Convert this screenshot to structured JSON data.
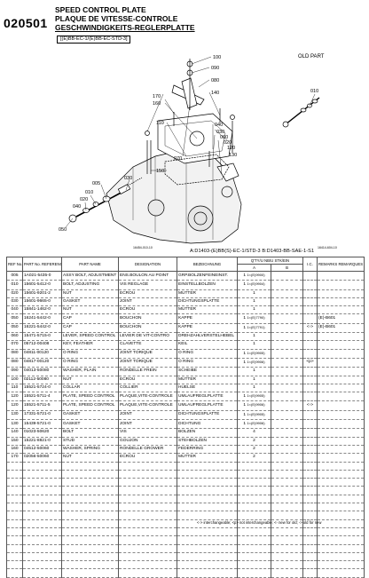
{
  "header": {
    "section_no": "020501",
    "title_en": "SPEED CONTROL PLATE",
    "title_fr": "PLAQUE DE VITESSE-CONTROLE",
    "title_de": "GESCHWINDIGKEITS-REGLERPLATTE",
    "variants": "[(E)BB-EC-1/(E)BB-EC-STD-3]"
  },
  "illustration": {
    "old_part_label": "OLD PART",
    "old_part_no": "010",
    "callouts": [
      "100",
      "090",
      "080",
      "140",
      "170",
      "160",
      "110",
      "040",
      "030",
      "060",
      "020",
      "120",
      "130",
      "150",
      "070",
      "050",
      "010",
      "020",
      "030",
      "040",
      "050"
    ],
    "illus_id_left": "16454-010-10",
    "illus_id_right": "16414-604-10"
  },
  "model_line": "A:D1403-(E)BB(S)-EC-1/STD-3  B:D1403-BB-SAE-1-S1",
  "columns": {
    "ref_no": "REF No. N°REF. NR.",
    "part_no": "PART No. REFERENCE BESTELL-Nr.",
    "part_name": "PART NAME",
    "designation": "DESIGNATION",
    "bezeichnung": "BEZEICHNUNG",
    "qty": "Q'TY/U NB/U STK/EIN",
    "qty_a": "A",
    "qty_b": "B",
    "ic": "I.C.",
    "remarks": "REMARKS REMARQUES BEMERKUNGEN"
  },
  "rows": [
    {
      "ref": "005",
      "part": "1A021-5435-0",
      "name": "ASSY BOLT, ADJUSTMENT",
      "des": "ENS.BOULON AU POINT",
      "bez": "GRP.BOLZENFEINEINST.",
      "a": "1",
      "b": "",
      "ic": "",
      "rem": "",
      "sub": "1<(E)9900)"
    },
    {
      "ref": "010",
      "part": "15601-5412-0",
      "name": "BOLT, ADJUSTING",
      "des": "VIS REGLAGE",
      "bez": "EINSTELLBOLZEN",
      "a": "1",
      "b": "",
      "ic": "",
      "rem": "",
      "sub": "1<(E)9904)"
    },
    {
      "ref": "020",
      "part": "15601-9201-2",
      "name": "NUT",
      "des": "ECROU",
      "bez": "MUTTER",
      "a": "1",
      "b": "",
      "ic": "",
      "rem": "",
      "sub": ""
    },
    {
      "ref": "030",
      "part": "15601-9665-0",
      "name": "GASKET",
      "des": "JOINT",
      "bez": "DICHTUNGSPLATTE",
      "a": "1",
      "b": "",
      "ic": "",
      "rem": "",
      "sub": ""
    },
    {
      "ref": "040",
      "part": "15841-1462-0",
      "name": "NUT",
      "des": "ECROU",
      "bez": "MUTTER",
      "a": "1",
      "b": "",
      "ic": "",
      "rem": "",
      "sub": ""
    },
    {
      "ref": "050",
      "part": "16241-5442-0",
      "name": "CAP",
      "des": "BOUCHON",
      "bez": "KAPPE",
      "a": "1",
      "b": "",
      "ic": "",
      "rem": "(E)-B601",
      "sub": "1<(E)7790)"
    },
    {
      "ref": "050",
      "part": "16221-5442-0",
      "name": "CAP",
      "des": "BOUCHON",
      "bez": "KAPPE",
      "a": "1",
      "b": "",
      "ic": "<->",
      "rem": "(E)-B601",
      "sub": "1<(E)7791)"
    },
    {
      "ref": "060",
      "part": "15471-5715-0",
      "name": "LEVER, SPEED CONTROL",
      "des": "LEVIER DE VIT-CONTRO",
      "bez": "DREHZAHLVERSTELHEBEL",
      "a": "1",
      "b": "",
      "ic": "",
      "rem": "",
      "sub": ""
    },
    {
      "ref": "070",
      "part": "05712-00408",
      "name": "KEY, FEATHER",
      "des": "CLAVETTE",
      "bez": "KEIL",
      "a": "1",
      "b": "",
      "ic": "",
      "rem": "",
      "sub": ""
    },
    {
      "ref": "080",
      "part": "04811-00120",
      "name": "O RING",
      "des": "JOINT TORIQUE",
      "bez": "O RING",
      "a": "1",
      "b": "",
      "ic": "",
      "rem": "",
      "sub": "1<(E)9905)"
    },
    {
      "ref": "080",
      "part": "04817-00120",
      "name": "O RING",
      "des": "JOINT TORIQUE",
      "bez": "O RING",
      "a": "1",
      "b": "",
      "ic": "<p>",
      "rem": "",
      "sub": "1<(E)9906)"
    },
    {
      "ref": "090",
      "part": "04013-50080",
      "name": "WASHER, PLAIN",
      "des": "RONDELLE FREIN",
      "bez": "SCHEIBE",
      "a": "1",
      "b": "",
      "ic": "",
      "rem": "",
      "sub": ""
    },
    {
      "ref": "100",
      "part": "02112-50080",
      "name": "NUT",
      "des": "ECROU",
      "bez": "MUTTER",
      "a": "1",
      "b": "",
      "ic": "",
      "rem": "",
      "sub": ""
    },
    {
      "ref": "110",
      "part": "15521-5724-0",
      "name": "COLLAR",
      "des": "COLLIER",
      "bez": "HUELSE",
      "a": "1",
      "b": "",
      "ic": "",
      "rem": "",
      "sub": ""
    },
    {
      "ref": "120",
      "part": "15521-5711-4",
      "name": "PLATE, SPEED CONTROL",
      "des": "PLAQUE,VITE-CONTROLE",
      "bez": "UMLAUFREGLPLATTE",
      "a": "1",
      "b": "",
      "ic": "",
      "rem": "",
      "sub": "1<(E)9905)"
    },
    {
      "ref": "120",
      "part": "15521-5711-5",
      "name": "PLATE, SPEED CONTROL",
      "des": "PLAQUE,VITE-CONTROLE",
      "bez": "UMLAUFREGLPLATTE",
      "a": "1",
      "b": "",
      "ic": "<->",
      "rem": "",
      "sub": "1<(E)9906)"
    },
    {
      "ref": "130",
      "part": "17331-5721-0",
      "name": "GASKET",
      "des": "JOINT",
      "bez": "DICHTUNGSPLATTE",
      "a": "1",
      "b": "",
      "ic": "",
      "rem": "",
      "sub": "1<(E)9905)"
    },
    {
      "ref": "130",
      "part": "15439-5721-0",
      "name": "GASKET",
      "des": "JOINT",
      "bez": "DICHTUNG",
      "a": "1",
      "b": "",
      "ic": "",
      "rem": "",
      "sub": "1<(E)9906)"
    },
    {
      "ref": "140",
      "part": "01023-50620",
      "name": "BOLT",
      "des": "VIS",
      "bez": "BOLZEN",
      "a": "4",
      "b": "",
      "ic": "",
      "rem": "",
      "sub": ""
    },
    {
      "ref": "150",
      "part": "15221-8821-0",
      "name": "STUD",
      "des": "GOUJON",
      "bez": "STEHBOLZEN",
      "a": "2",
      "b": "",
      "ic": "",
      "rem": "",
      "sub": ""
    },
    {
      "ref": "160",
      "part": "04512-50060",
      "name": "WASHER, SPRING",
      "des": "RONDELLE GROWER",
      "bez": "FEDERRING",
      "a": "2",
      "b": "",
      "ic": "",
      "rem": "",
      "sub": ""
    },
    {
      "ref": "170",
      "part": "02056-50060",
      "name": "NUT",
      "des": "ECROU",
      "bez": "MUTTER",
      "a": "2",
      "b": "",
      "ic": "",
      "rem": "",
      "sub": ""
    }
  ],
  "empty_row_count": 14,
  "footer_note": "<-> interchangeable; <p> not interchangeable; <- new for old; -> old for new"
}
